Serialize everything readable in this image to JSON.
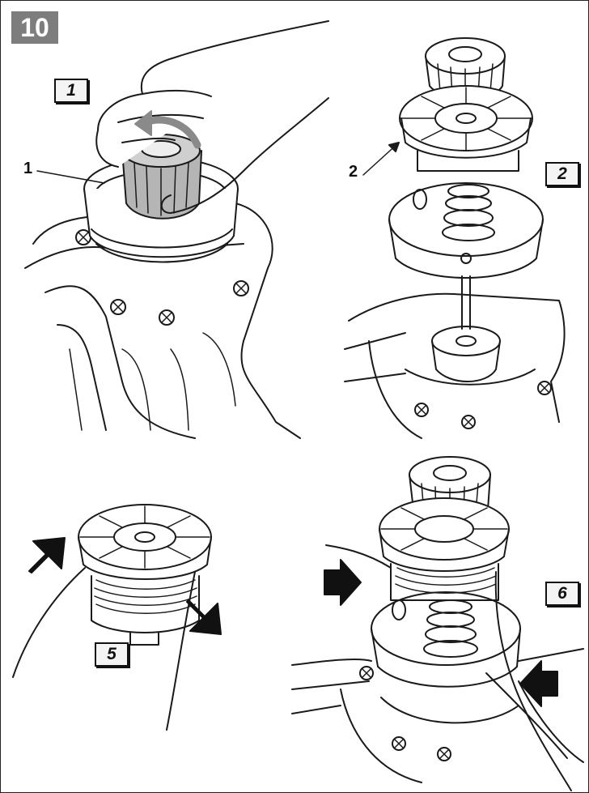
{
  "figure": {
    "number": "10",
    "badge_color": "#7d7d7d"
  },
  "steps": [
    {
      "label": "1"
    },
    {
      "label": "2"
    },
    {
      "label": "5"
    },
    {
      "label": "6"
    }
  ],
  "callouts": [
    {
      "label": "1"
    },
    {
      "label": "2"
    }
  ],
  "icons": [
    "rotation-arrow-icon",
    "push-arrow-icon"
  ],
  "colors": {
    "line": "#1a1a1a",
    "arrow_fill": "#111111",
    "rotate_arrow": "#8a8a8a"
  }
}
